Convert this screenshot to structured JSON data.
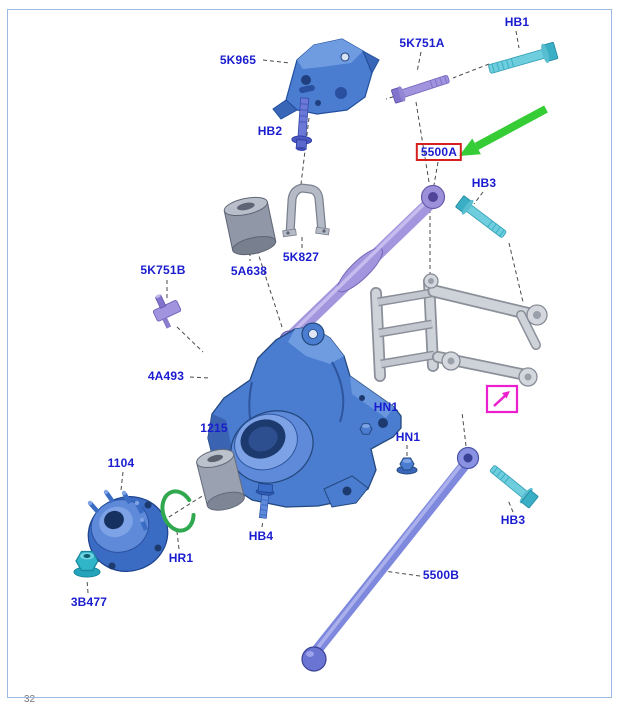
{
  "page": {
    "background": "#ffffff",
    "border_color": "#9db8e2",
    "footer_mark": "32"
  },
  "colors": {
    "label_text": "#1a1ccf",
    "highlight_box": "#d42020",
    "pointer_arrow": "#35cc35",
    "callout_magenta": "#ec1fd0",
    "part_blue": "#4a7cd0",
    "part_cyan": "#4fc3d8",
    "part_lavender": "#a193dd",
    "part_periwinkle": "#7e88dd",
    "part_gray": "#c9cdd5",
    "snap_ring_green": "#2fa84f"
  },
  "labels": {
    "5K965": {
      "text": "5K965"
    },
    "5K751A": {
      "text": "5K751A"
    },
    "HB1": {
      "text": "HB1"
    },
    "HB2": {
      "text": "HB2"
    },
    "5500A": {
      "text": "5500A"
    },
    "HB3_upper": {
      "text": "HB3"
    },
    "5K751B": {
      "text": "5K751B"
    },
    "5A638": {
      "text": "5A638"
    },
    "5K827": {
      "text": "5K827"
    },
    "4A493": {
      "text": "4A493"
    },
    "HN1_a": {
      "text": "HN1"
    },
    "HN1_b": {
      "text": "HN1"
    },
    "1215": {
      "text": "1215"
    },
    "1104": {
      "text": "1104"
    },
    "HR1": {
      "text": "HR1"
    },
    "HB4": {
      "text": "HB4"
    },
    "3B477": {
      "text": "3B477"
    },
    "HB3_lower": {
      "text": "HB3"
    },
    "5500B": {
      "text": "5500B"
    }
  }
}
